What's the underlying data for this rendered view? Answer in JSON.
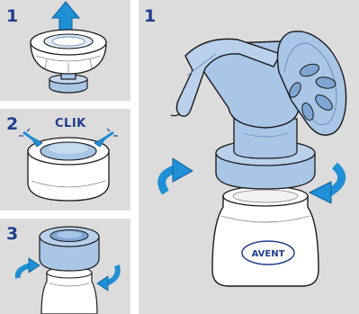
{
  "panels": {
    "step1_small": {
      "number": "1"
    },
    "step2": {
      "number": "2",
      "sound_label": "CLIK"
    },
    "step3": {
      "number": "3"
    },
    "step1_large": {
      "number": "1"
    }
  },
  "bottle_brand": "AVENT",
  "colors": {
    "panel_bg": "#dcdcdc",
    "accent_blue": "#1f3e8c",
    "arrow_blue": "#1f8fd6",
    "part_blue": "#a9c6e6",
    "part_blue_dark": "#7fa6d2"
  },
  "icons": [
    "arrow-up-icon",
    "press-arrow-icon",
    "rotate-arrow-icon"
  ]
}
